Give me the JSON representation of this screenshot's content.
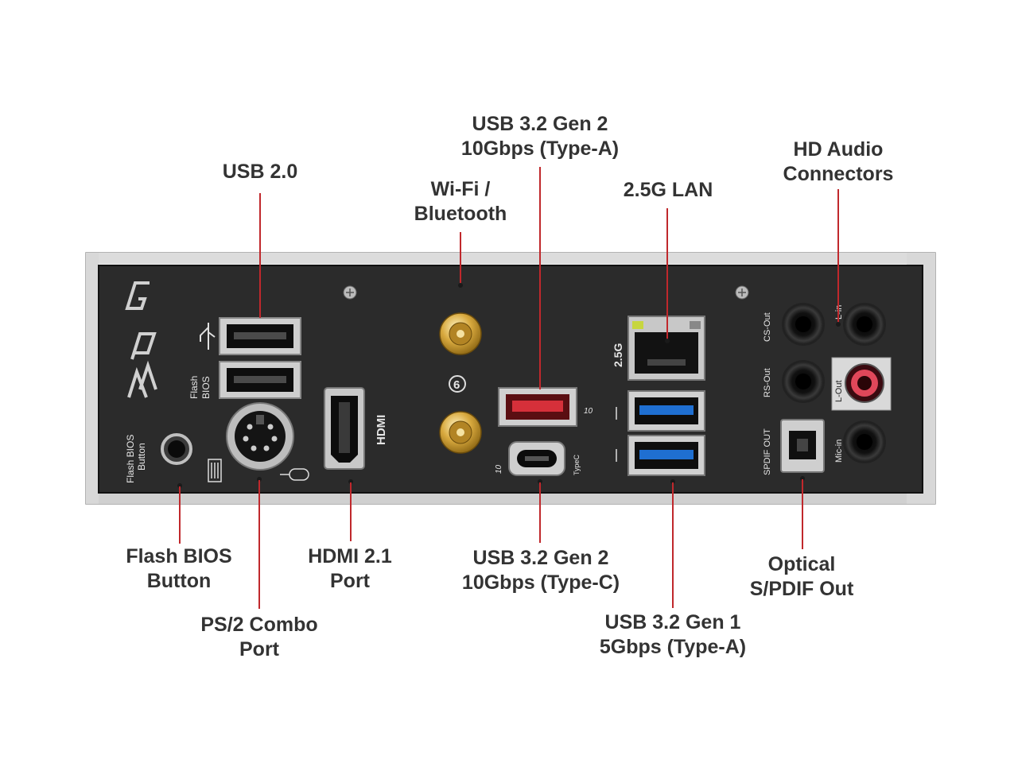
{
  "callouts": {
    "usb20": [
      "USB 2.0"
    ],
    "wifi": [
      "Wi-Fi /",
      "Bluetooth"
    ],
    "usb32g2a": [
      "USB 3.2 Gen 2",
      "10Gbps (Type-A)"
    ],
    "lan": [
      "2.5G LAN"
    ],
    "audio": [
      "HD Audio",
      "Connectors"
    ],
    "flashbios": [
      "Flash BIOS",
      "Button"
    ],
    "ps2": [
      "PS/2 Combo",
      "Port"
    ],
    "hdmi": [
      "HDMI 2.1",
      "Port"
    ],
    "usb32g2c": [
      "USB 3.2 Gen 2",
      "10Gbps (Type-C)"
    ],
    "usb32g1": [
      "USB 3.2 Gen 1",
      "5Gbps (Type-A)"
    ],
    "spdif": [
      "Optical",
      "S/PDIF Out"
    ]
  },
  "panel": {
    "brand_logo": "MPG",
    "flash_bios_label": [
      "Flash BIOS",
      "Button"
    ],
    "usb20_side_label": [
      "Flash",
      "BIOS"
    ],
    "hdmi_logo": "HDMI",
    "wifi6_badge": "6",
    "lan_label": "2.5G",
    "typec_label": "TypeC",
    "speed_10": "10",
    "spdif_label": "SPDIF OUT",
    "cs_out": "CS-Out",
    "rs_out": "RS-Out",
    "l_in": "L-in",
    "l_out": "L-Out",
    "mic_in": "Mic-in"
  },
  "colors": {
    "leader": "#c0282c",
    "panel": "#2b2b2b",
    "usb3_blue": "#1f6fd1",
    "usb32_red": "#d6303a",
    "audio_pink": "#e0475a"
  }
}
